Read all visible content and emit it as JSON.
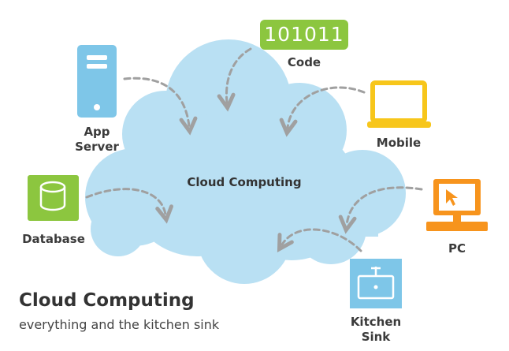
{
  "colors": {
    "cloud": "#b9e0f3",
    "arrow": "#a0a0a0",
    "app_server": "#7ec6e8",
    "code": "#8cc63f",
    "mobile": "#f7c61b",
    "database": "#8cc63f",
    "pc": "#f7941d",
    "kitchen_sink": "#7ec6e8"
  },
  "center": {
    "label": "Cloud Computing"
  },
  "nodes": {
    "code": {
      "badge": "101011",
      "label": "Code",
      "icon": "binary-code-icon"
    },
    "app_server": {
      "label_line1": "App",
      "label_line2": "Server",
      "icon": "server-icon"
    },
    "mobile": {
      "label": "Mobile",
      "icon": "laptop-icon"
    },
    "database": {
      "label": "Database",
      "icon": "database-icon"
    },
    "pc": {
      "label": "PC",
      "icon": "desktop-computer-icon"
    },
    "kitchen_sink": {
      "label_line1": "Kitchen",
      "label_line2": "Sink",
      "icon": "sink-icon"
    }
  },
  "caption": {
    "title": "Cloud Computing",
    "subtitle": "everything and the kitchen sink"
  }
}
